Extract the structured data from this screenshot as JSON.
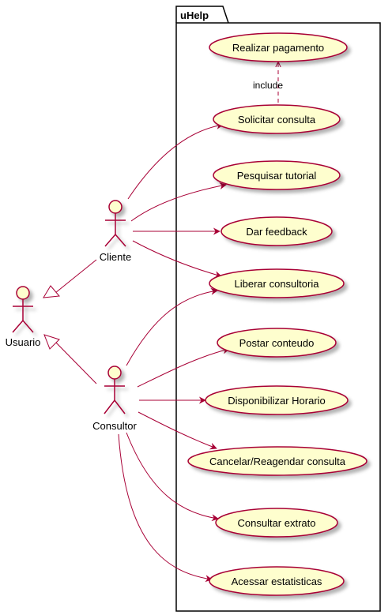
{
  "package": {
    "title": "uHelp"
  },
  "actors": {
    "usuario": "Usuario",
    "cliente": "Cliente",
    "consultor": "Consultor"
  },
  "use_cases": {
    "realizar_pagamento": "Realizar pagamento",
    "solicitar_consulta": "Solicitar consulta",
    "pesquisar_tutorial": "Pesquisar tutorial",
    "dar_feedback": "Dar feedback",
    "liberar_consultoria": "Liberar consultoria",
    "postar_conteudo": "Postar conteudo",
    "disponibilizar_horario": "Disponibilizar Horario",
    "cancelar_reagendar": "Cancelar/Reagendar consulta",
    "consultar_extrato": "Consultar extrato",
    "acessar_estatisticas": "Acessar estatisticas"
  },
  "relations": {
    "include_label": "include"
  },
  "colors": {
    "use_case_fill": "#FEFECE",
    "border": "#A80036",
    "package_border": "#000000",
    "shadow": "#C8C8C8"
  }
}
